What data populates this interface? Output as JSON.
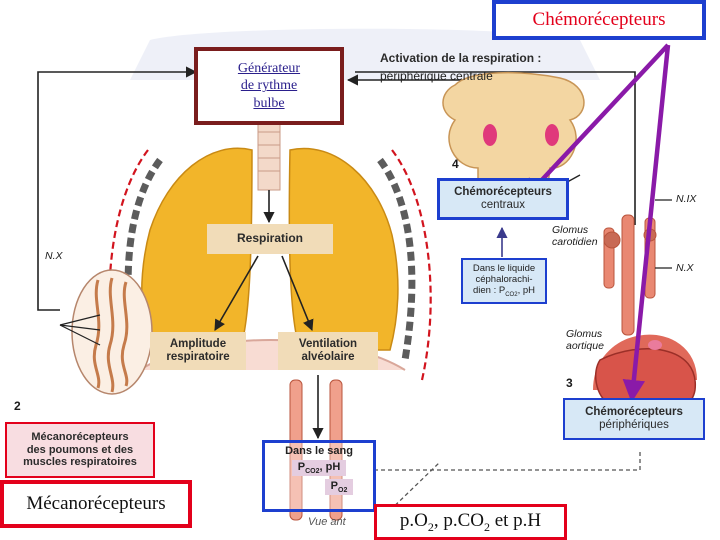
{
  "overlay_labels": {
    "chemoreceptors": "Chémorécepteurs",
    "rhythm_generator_line1": "Générateur",
    "rhythm_generator_line2": "de rythme",
    "rhythm_generator_line3": "bulbe",
    "mechanoreceptors": "Mécanorécepteurs",
    "blood_gases_prefix": "p.O",
    "blood_gases_sub1": "2",
    "blood_gases_mid": ", p.CO",
    "blood_gases_sub2": "2",
    "blood_gases_suffix": " et p.H"
  },
  "figure": {
    "activation_line1": "Activation de la respiration :",
    "activation_line2": "périphérique centrale",
    "respiration": "Respiration",
    "amplitude_line1": "Amplitude",
    "amplitude_line2": "respiratoire",
    "ventilation_line1": "Ventilation",
    "ventilation_line2": "alvéolaire",
    "central_chemo_line1": "Chémorécepteurs",
    "central_chemo_line2": "centraux",
    "csf_line1": "Dans le liquide",
    "csf_line2": "céphalorachi-",
    "csf_line3": "dien : P",
    "csf_sub": "CO2",
    "csf_suffix": ", pH",
    "blood_title": "Dans le sang",
    "blood_pco2": "P",
    "blood_pco2_sub": "CO2",
    "blood_ph": ", pH",
    "blood_po2": "P",
    "blood_po2_sub": "O2",
    "peripheral_chemo_line1": "Chémorécepteurs",
    "peripheral_chemo_line2": "périphériques",
    "mechano_line1": "Mécanorécepteurs",
    "mechano_line2": "des poumons et des",
    "mechano_line3": "muscles respiratoires",
    "nerve_x_left": "N.X",
    "nerve_ix": "N.IX",
    "nerve_x_right": "N.X",
    "glomus_carotid_line1": "Glomus",
    "glomus_carotid_line2": "carotidien",
    "glomus_aortic_line1": "Glomus",
    "glomus_aortic_line2": "aortique",
    "num_2": "2",
    "num_3": "3",
    "num_4": "4",
    "front_view": "Vue ant"
  },
  "colors": {
    "accent_red": "#e3001b",
    "box_blue": "#1d3fcf",
    "arrow_purple": "#8a1aa8",
    "lung_yellow": "#f2b52a",
    "tan_box": "#f1dcb8"
  }
}
